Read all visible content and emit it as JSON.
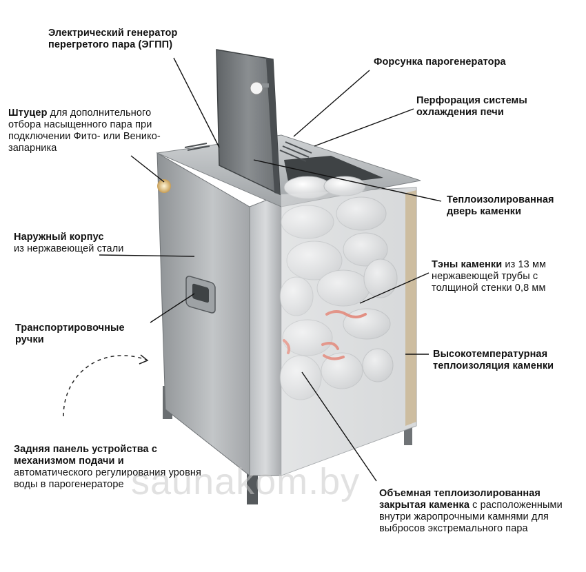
{
  "labels": {
    "egpp": {
      "bold": "Электрический генератор перегретого пара (ЭГПП)",
      "normal": ""
    },
    "nozzle": {
      "bold": "Форсунка парогенератора",
      "normal": ""
    },
    "perforation": {
      "bold": "Перфорация системы охлаждения печи",
      "normal": ""
    },
    "fitting": {
      "bold": "Штуцер",
      "normal": " для дополнительного отбора насыщенного пара при подключении Фито- или Венико- запарника"
    },
    "door": {
      "bold": "Теплоизолированная дверь каменки",
      "normal": ""
    },
    "body": {
      "bold": "Наружный корпус",
      "normal": "из нержавеющей стали"
    },
    "tens": {
      "bold": "Тэны каменки",
      "normal": " из 13 мм нержавеющей трубы с толщиной стенки 0,8 мм"
    },
    "handles": {
      "bold": "Транспортировочные ручки",
      "normal": ""
    },
    "insulation": {
      "bold": "Высокотемпературная теплоизоляция каменки",
      "normal": ""
    },
    "back": {
      "bold": "Задняя панель устройства с механизмом подачи и",
      "normal": "автоматического регулирования уровня воды в парогенераторе"
    },
    "volume": {
      "bold": "Объемная теплоизолированная закрытая каменка",
      "normal": " с расположенными внутри жаропрочными камнями для выбросов экстремального пара"
    }
  },
  "watermark": "saunakom.by",
  "colors": {
    "steel_light": "#d8dadc",
    "steel_mid": "#9fa3a6",
    "steel_dark": "#5b5f62",
    "heater_glow": "#e8442a",
    "stone": "#ededed"
  }
}
